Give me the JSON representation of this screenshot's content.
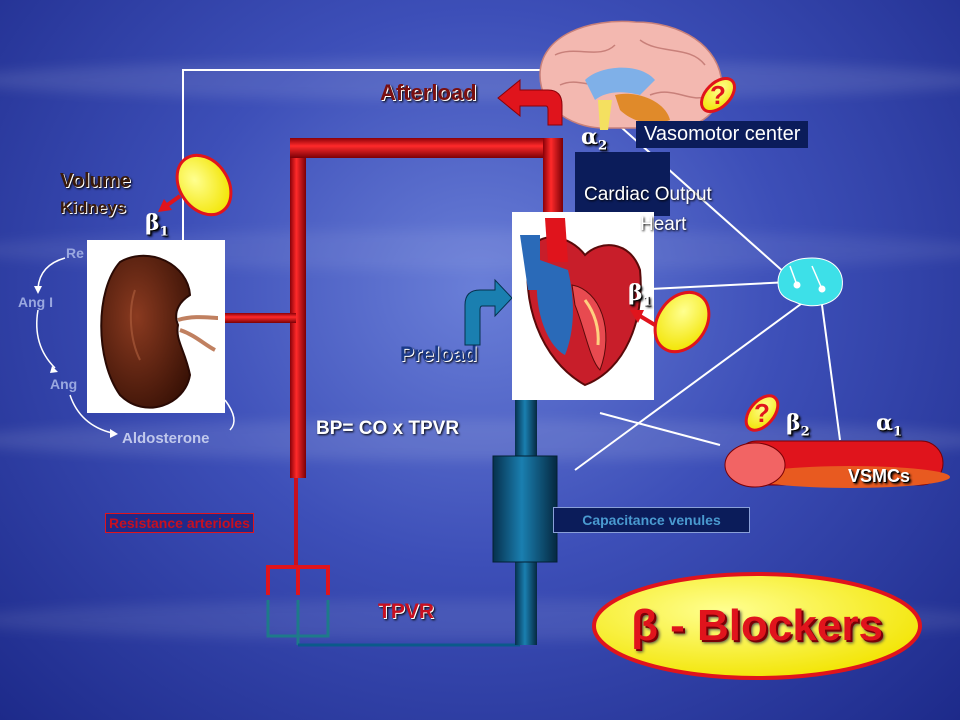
{
  "labels": {
    "afterload": "Afterload",
    "vasomotor_center": "Vasomotor center",
    "cardiac_output": "Cardiac Output",
    "heart": "Heart",
    "volume": "Volume",
    "kidneys": "Kidneys",
    "renin": "Re",
    "ang_i": "Ang I",
    "ang_ii": "Ang",
    "aldosterone": "Aldosterone",
    "preload": "Preload",
    "bp_formula": "BP= CO x TPVR",
    "resistance_arterioles": "Resistance arterioles",
    "capacitance_venules": "Capacitance venules",
    "vsmcs": "VSMCs",
    "tpvr": "TPVR",
    "title": "β - Blockers"
  },
  "receptors": {
    "alpha2": "α2",
    "beta1_kidney": "β1",
    "beta1_heart": "β1",
    "beta2": "β2",
    "alpha1": "α1"
  },
  "question_marks": {
    "brain": "?",
    "vsmc": "?"
  },
  "colors": {
    "artery_red": "#e0141c",
    "vein_blue": "#0a5a8a",
    "yellow_blocker": "#ffff00",
    "title_red": "#e0141c",
    "background_blue": "#3d4fb8"
  }
}
